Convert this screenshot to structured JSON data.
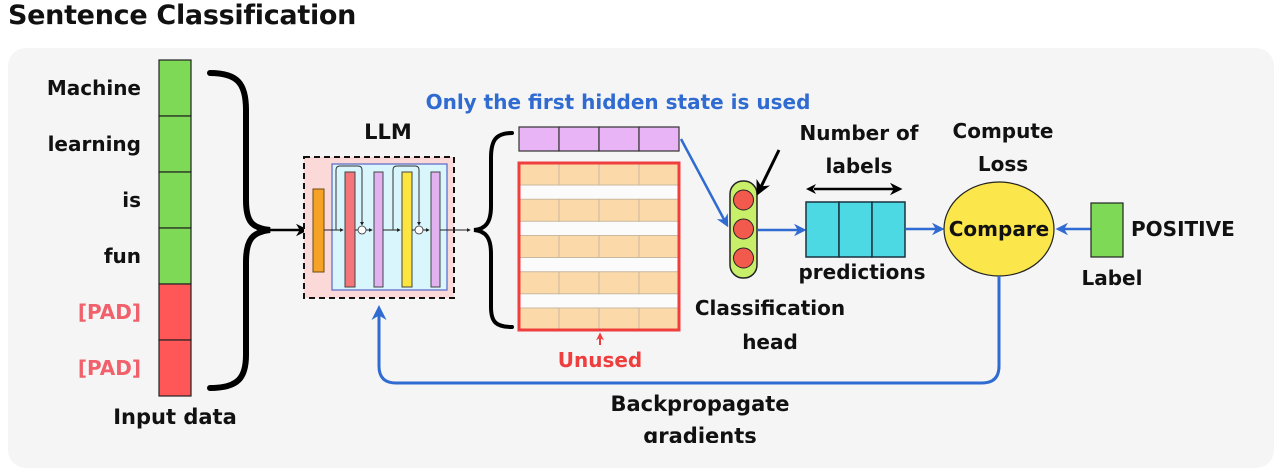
{
  "title": "Sentence Classification",
  "input": {
    "tokens": [
      {
        "text": "Machine",
        "type": "word"
      },
      {
        "text": "learning",
        "type": "word"
      },
      {
        "text": "is",
        "type": "word"
      },
      {
        "text": "fun",
        "type": "word"
      },
      {
        "text": "[PAD]",
        "type": "pad"
      },
      {
        "text": "[PAD]",
        "type": "pad"
      }
    ],
    "caption": "Input data"
  },
  "llm": {
    "label": "LLM"
  },
  "hidden_states": {
    "first_state_note": "Only the first hidden state is used",
    "unused_label": "Unused",
    "first_state_cells": 4,
    "unused_rows": 5,
    "unused_cols": 4
  },
  "classification_head": {
    "label_line1": "Classification",
    "label_line2": "head",
    "neurons": 3
  },
  "predictions": {
    "label": "predictions",
    "num_labels_line1": "Number of",
    "num_labels_line2": "labels",
    "cells": 3
  },
  "loss": {
    "title_line1": "Compute",
    "title_line2": "Loss",
    "node_label": "Compare"
  },
  "target": {
    "value": "POSITIVE",
    "caption": "Label"
  },
  "backprop": {
    "line1": "Backpropagate",
    "line2": "gradients"
  },
  "colors": {
    "word_token": "#7ed957",
    "pad_token": "#ff5757",
    "pad_text": "#f0616b",
    "blue_accent": "#2f6bd1",
    "hidden_first": "#e8b4f5",
    "hidden_unused": "#fbd9a8",
    "unused_red": "#ef3e3e",
    "prediction": "#4dd9e3",
    "compare_fill": "#fbe64b",
    "head_fill": "#c8ef6a",
    "neuron": "#f25a4e"
  }
}
